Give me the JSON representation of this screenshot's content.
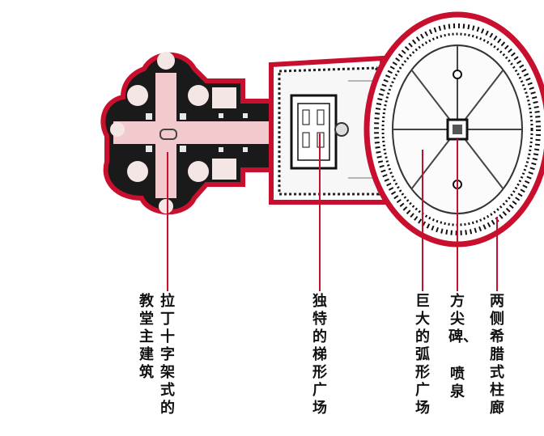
{
  "labels": {
    "church_line1": "拉丁十字架式的",
    "church_line2": "教堂主建筑",
    "trapezoid": "独特的梯形广场",
    "arc_square": "巨大的弧形广场",
    "obelisk_line1": "方尖碑、",
    "obelisk_line2": "喷泉",
    "colonnade": "两侧希腊式柱廊"
  },
  "colors": {
    "outline": "#c8102e",
    "leader": "#c8102e",
    "wall": "#111111",
    "highlight": "#f2c9cc"
  }
}
